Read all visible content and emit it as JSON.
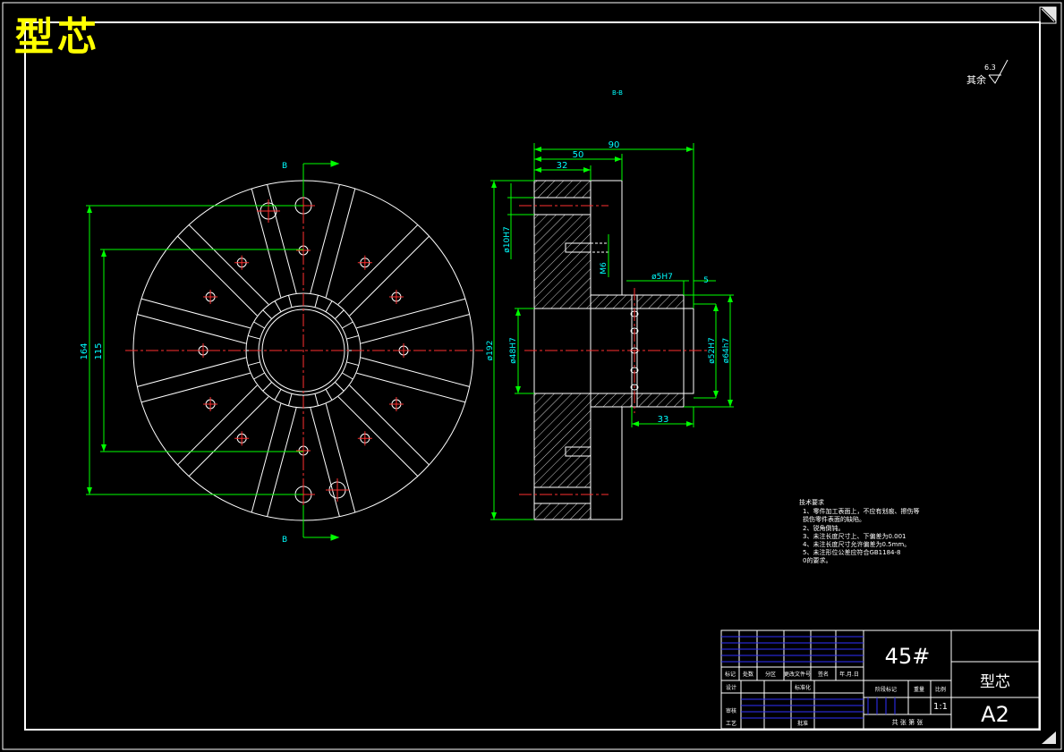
{
  "drawing": {
    "title": "型芯",
    "section_label": "B-B",
    "cut_label": "B",
    "roughness": {
      "prefix": "其余",
      "value": "6.3"
    }
  },
  "dimensions": {
    "d90": "90",
    "d50": "50",
    "d32": "32",
    "d10H7": "ø10H7",
    "M6": "M6",
    "d5H7": "ø5H7",
    "d5": "5",
    "d192": "ø192",
    "d48H7": "ø48H7",
    "d52H7": "ø52H7",
    "d64h7": "ø64h7",
    "d33": "33",
    "d164": "164",
    "d115": "115"
  },
  "tech_notes": {
    "heading": "技术要求",
    "items": [
      "1、零件加工表面上，不应有划痕、擦伤等",
      "   损伤零件表面的缺陷。",
      "2、锐角倒钝。",
      "3、未注长度尺寸上、下偏差为0.001",
      "4、未注长度尺寸允许偏差为0.5mm。",
      "5、未注形位公差应符合GB1184-8",
      "   0的要求。"
    ]
  },
  "title_block": {
    "material": "45#",
    "part_name": "型芯",
    "sheet_size": "A2",
    "scale": "1:1",
    "header_row": [
      "标记",
      "处数",
      "分区",
      "更改文件号",
      "签名",
      "年.月.日"
    ],
    "design_label": "设计",
    "std_label": "标准化",
    "stage_label": "阶段标记",
    "weight_label": "重量",
    "scale_label": "比例",
    "review_label": "审核",
    "process_label": "工艺",
    "approve_label": "批准",
    "sheets_text": "共  张  第  张"
  }
}
